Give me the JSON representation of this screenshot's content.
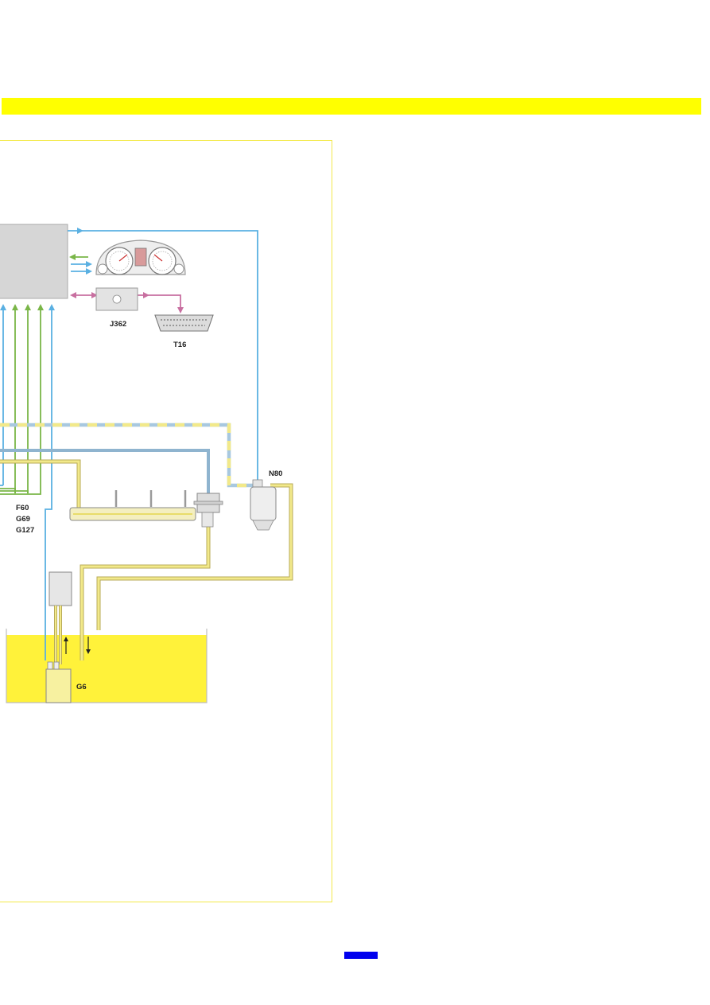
{
  "header": {
    "bar_color": "#ffff00"
  },
  "diagram": {
    "labels": {
      "j362": "J362",
      "t16": "T16",
      "n80": "N80",
      "f60": "F60",
      "g69": "G69",
      "g127": "G127",
      "g6": "G6"
    },
    "colors": {
      "signal_blue": "#5ab0e2",
      "sensor_green": "#7ab648",
      "diag_pink": "#c86fa0",
      "fuel_yellow": "#f2e98a",
      "fuel_outline": "#b8ab58",
      "tank_yellow": "#fff23a"
    }
  },
  "nav": {
    "button_color": "#0000ee"
  }
}
